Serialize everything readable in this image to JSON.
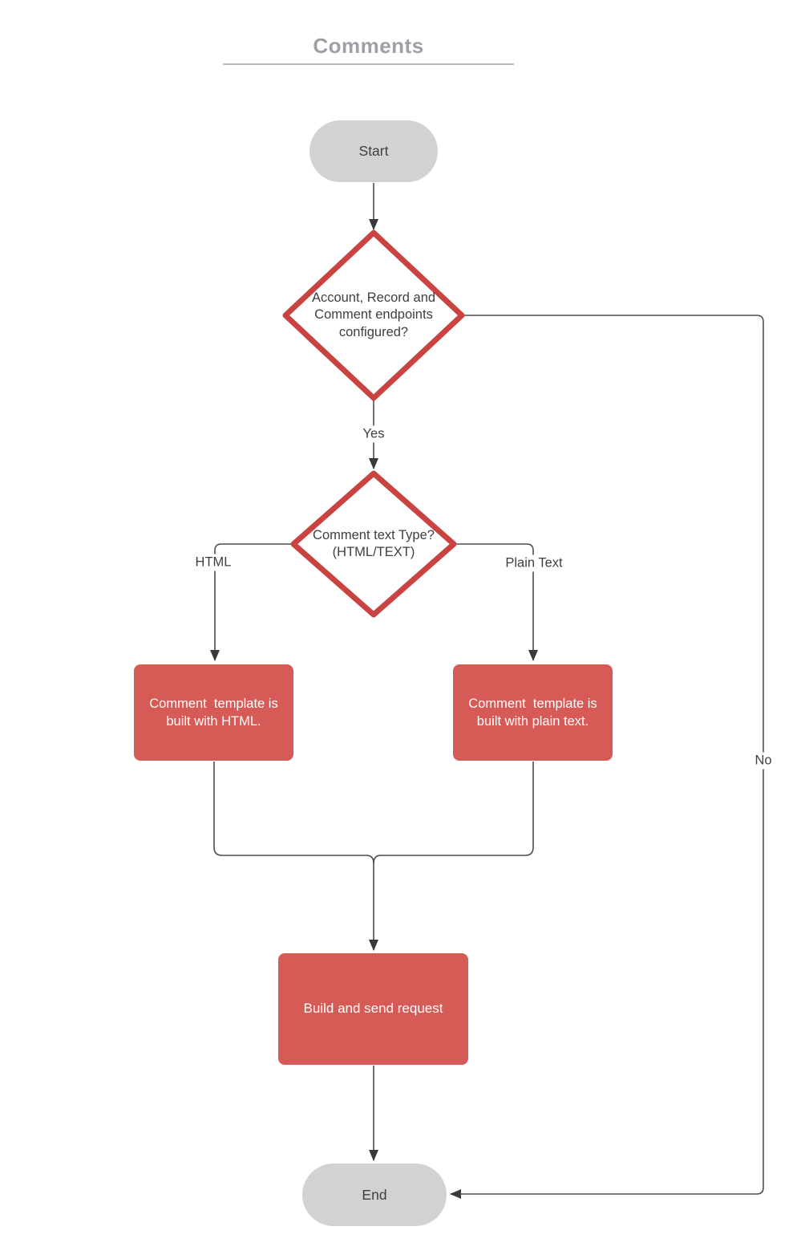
{
  "title": "Comments",
  "colors": {
    "node-red": "#D65A55",
    "diamond-stroke": "#C94440",
    "terminal-gray": "#D1D2D4",
    "connector": "#4D4D4D",
    "arrowhead": "#3A3A3A",
    "text-dark": "#3F3F3F",
    "text-light": "#FFFFFF",
    "title-gray": "#9DA0A6",
    "underline-gray": "#B9BBBD"
  },
  "nodes": {
    "start": {
      "label": "Start",
      "type": "terminal"
    },
    "decision_endpoints": {
      "label": "Account, Record and Comment endpoints configured?",
      "type": "decision"
    },
    "decision_text_type": {
      "label": "Comment text Type? (HTML/TEXT)",
      "type": "decision"
    },
    "html_template": {
      "label": "Comment  template is built with HTML.",
      "type": "process"
    },
    "plain_template": {
      "label": "Comment  template is built with plain text.",
      "type": "process"
    },
    "build_request": {
      "label": "Build and send request",
      "type": "process"
    },
    "end": {
      "label": "End",
      "type": "terminal"
    }
  },
  "edge_labels": {
    "yes": "Yes",
    "no": "No",
    "html": "HTML",
    "plain_text": "Plain Text"
  }
}
